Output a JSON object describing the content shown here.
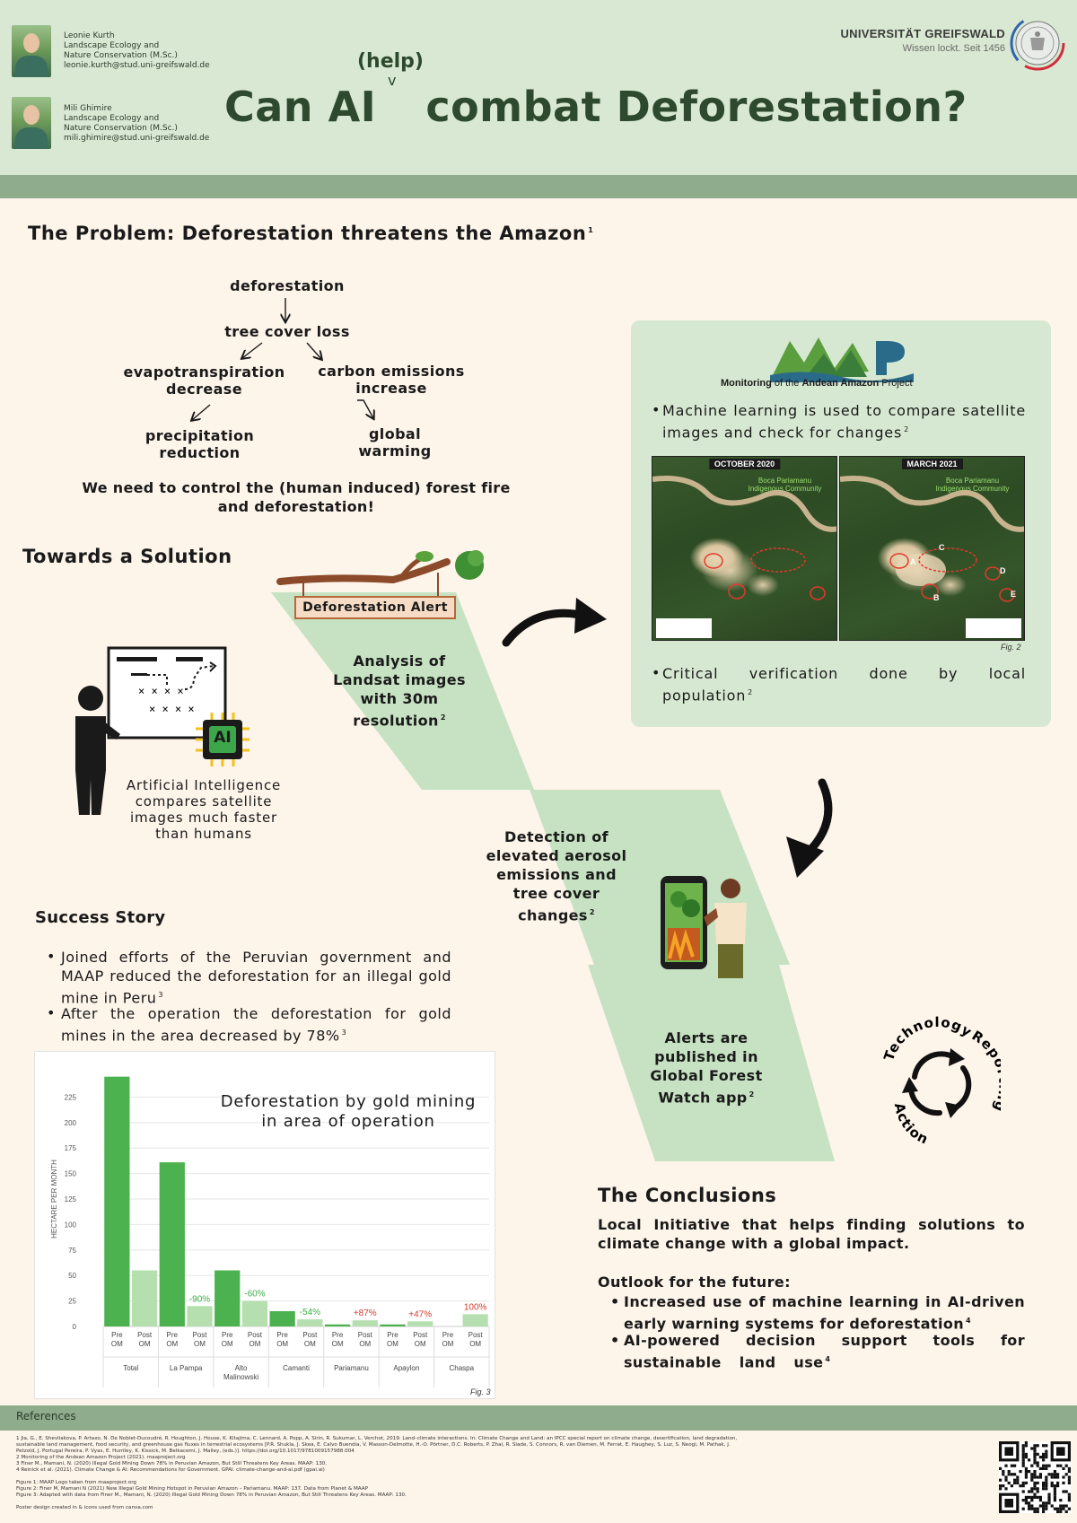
{
  "header": {
    "authors": [
      {
        "name": "Leonie Kurth",
        "program_line1": "Landscape Ecology and",
        "program_line2": "Nature Conservation (M.Sc.)",
        "email": "leonie.kurth@stud.uni-greifswald.de"
      },
      {
        "name": "Mili Ghimire",
        "program_line1": "Landscape Ecology and",
        "program_line2": "Nature Conservation (M.Sc.)",
        "email": "mili.ghimire@stud.uni-greifswald.de"
      }
    ],
    "title_prefix": "Can AI",
    "title_insert": "(help)",
    "title_caret": "v",
    "title_suffix": "combat Deforestation?",
    "university": "UNIVERSITÄT GREIFSWALD",
    "motto": "Wissen lockt. Seit 1456"
  },
  "problem": {
    "heading": "The Problem: Deforestation threatens the Amazon",
    "heading_ref": "1",
    "flow": {
      "deforestation": "deforestation",
      "tree_cover_loss": "tree cover loss",
      "evapo_line1": "evapotranspiration",
      "evapo_line2": "decrease",
      "carbon_line1": "carbon emissions",
      "carbon_line2": "increase",
      "precip_line1": "precipitation",
      "precip_line2": "reduction",
      "global_line1": "global",
      "global_line2": "warming"
    },
    "need_line1": "We need to control the (human induced) forest fire",
    "need_line2": "and deforestation!"
  },
  "maap": {
    "logo_bold": "Monitoring",
    "logo_mid": " of the ",
    "logo_bold2": "Andean Amazon",
    "logo_end": " Project",
    "bullet1": "Machine learning is used to compare satellite images and check for changes",
    "bullet1_ref": "2",
    "img_left_label": "OCTOBER 2020",
    "img_right_label": "MARCH 2021",
    "img_sub_line1": "Boca Pariamanu",
    "img_sub_line2": "Indigenous Community",
    "markers": [
      "A",
      "B",
      "C",
      "D",
      "E"
    ],
    "fig_label": "Fig. 2",
    "bullet2": "Critical verification done by local population",
    "bullet2_ref": "2"
  },
  "solution": {
    "heading": "Towards a Solution",
    "alert_sign": "Deforestation Alert",
    "step1_line1": "Analysis of",
    "step1_line2": "Landsat images",
    "step1_line3": "with 30m",
    "step1_line4": "resolution",
    "step1_ref": "2",
    "ai_chip": "AI",
    "ai_line1": "Artificial Intelligence",
    "ai_line2": "compares satellite",
    "ai_line3": "images much faster",
    "ai_line4": "than humans",
    "step2_line1": "Detection of",
    "step2_line2": "elevated aerosol",
    "step2_line3": "emissions and",
    "step2_line4": "tree cover",
    "step2_line5": "changes",
    "step2_ref": "2",
    "step3_line1": "Alerts are",
    "step3_line2": "published in",
    "step3_line3": "Global Forest",
    "step3_line4": "Watch app",
    "step3_ref": "2"
  },
  "success": {
    "heading": "Success Story",
    "bullet1": "Joined efforts of the Peruvian government and MAAP reduced the deforestation for an illegal gold mine in Peru",
    "bullet1_ref": "3",
    "bullet2": "After the operation the deforestation for gold mines in the area decreased by 78%",
    "bullet2_ref": "3"
  },
  "chart_data": {
    "type": "bar",
    "title_line1": "Deforestation by gold mining",
    "title_line2": "in area of operation",
    "ylabel": "HECTARE PER MONTH",
    "ylim": [
      0,
      250
    ],
    "yticks": [
      0,
      25,
      50,
      75,
      100,
      125,
      150,
      175,
      200,
      225
    ],
    "categories": [
      "Total",
      "La Pampa",
      "Alto Malinowski",
      "Camanti",
      "Pariamanu",
      "Apaylon",
      "Chaspa"
    ],
    "category_label_lines": [
      [
        "Total"
      ],
      [
        "La Pampa"
      ],
      [
        "Alto",
        "Malinowski"
      ],
      [
        "Camanti"
      ],
      [
        "Pariamanu"
      ],
      [
        "Apaylon"
      ],
      [
        "Chaspa"
      ]
    ],
    "series": [
      {
        "name": "Pre OM",
        "values": [
          245,
          161,
          55,
          15,
          2,
          2,
          0
        ]
      },
      {
        "name": "Post OM",
        "values": [
          55,
          20,
          25,
          7,
          6,
          5,
          12
        ]
      }
    ],
    "sub_label_lines": [
      [
        "Pre",
        "OM"
      ],
      [
        "Post",
        "OM"
      ]
    ],
    "change_labels": [
      "",
      "-90%",
      "-60%",
      "-54%",
      "+87%",
      "+47%",
      "100%"
    ],
    "change_colors": [
      "",
      "#3fae49",
      "#3fae49",
      "#3fae49",
      "#d93a2b",
      "#d93a2b",
      "#d93a2b"
    ],
    "colors": {
      "pre": "#4cb24f",
      "post": "#b6dfb0"
    },
    "fig_label": "Fig. 3"
  },
  "conclusions": {
    "heading": "The Conclusions",
    "line1": "Local Initiative that helps finding solutions to climate change with a global impact.",
    "outlook": "Outlook for the future:",
    "bullet1": "Increased use of machine learning in AI-driven early warning systems for deforestation",
    "bullet1_ref": "4",
    "bullet2": "AI-powered decision support tools for sustainable land use",
    "bullet2_ref": "4"
  },
  "cycle": {
    "technology": "Technology",
    "reporting": "Reporting",
    "action": "Action"
  },
  "references": {
    "heading": "References",
    "lines": [
      "1 Jia, G., E. Shevliakova, P. Artaxo, N. De Noblet-Ducoudré, R. Houghton, J. House, K. Kitajima, C. Lennard, A. Popp, A. Sirin, R. Sukumar, L. Verchot, 2019: Land–climate interactions. In: Climate Change and Land: an IPCC special report on climate change, desertification, land degradation,",
      "sustainable land management, food security, and greenhouse gas fluxes in terrestrial ecosystems [P.R. Shukla, J. Skea, E. Calvo Buendia, V. Masson-Delmotte, H.-O. Pörtner, D.C. Roberts, P. Zhai, R. Slade, S. Connors, R. van Diemen, M. Ferrat, E. Haughey, S. Luz, S. Neogi, M. Pathak, J.",
      "Petzold, J. Portugal Pereira, P. Vyas, E. Huntley, K. Kissick, M. Belkacemi, J. Malley, (eds.)]. https://doi.org/10.1017/9781009157988.004",
      "2 Monitoring of the Andean Amazon Project (2021). maaproject.org",
      "3 Finer M., Mamani, N. (2020) Illegal Gold Mining Down 78% in Peruvian Amazon, But Still Threatens Key Areas. MAAP: 130.",
      "4 Reinick et al. (2021). Climate Change & AI: Recommendations for Government. GPAI. climate-change-and-ai.pdf (gpai.ai)",
      "",
      "Figure 1: MAAP Logo taken from maaproject.org",
      "Figure 2: Finer M, Mamani N (2021) New Illegal Gold Mining Hotspot in Peruvian Amazon – Pariamanu. MAAP: 137. Data from Planet & MAAP",
      "Figure 3: Adapted with data from Finer M., Mamani, N. (2020) Illegal Gold Mining Down 78% in Peruvian Amazon, But Still Threatens Key Areas. MAAP: 130.",
      "",
      "Poster design created in & icons used from canva.com"
    ]
  }
}
